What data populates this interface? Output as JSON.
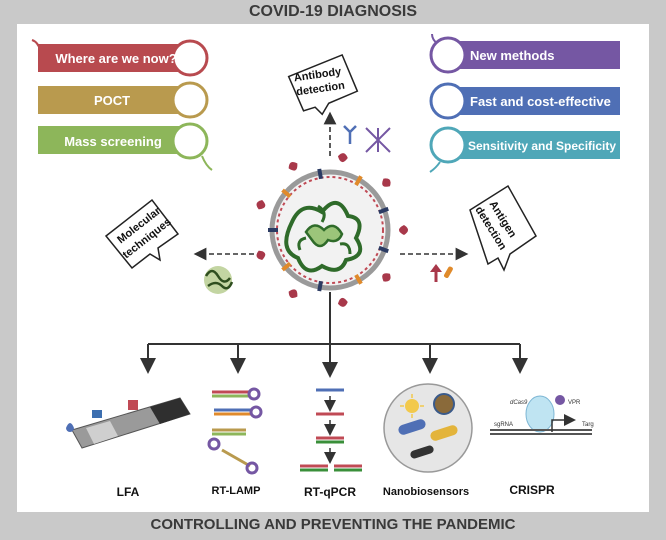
{
  "header": {
    "title": "COVID-19 DIAGNOSIS"
  },
  "footer": {
    "title": "CONTROLLING AND PREVENTING THE PANDEMIC"
  },
  "left_banners": [
    {
      "label": "Where are we now?",
      "color": "#b84a4f"
    },
    {
      "label": "POCT",
      "color": "#b99a4e"
    },
    {
      "label": "Mass screening",
      "color": "#8db65a"
    }
  ],
  "right_banners": [
    {
      "label": "New methods",
      "color": "#7557a3"
    },
    {
      "label": "Fast and cost-effective",
      "color": "#4f6fb5"
    },
    {
      "label": "Sensitivity and Specificity",
      "color": "#4fa7b8"
    }
  ],
  "bubbles": {
    "antibody": [
      "Antibody",
      "detection"
    ],
    "molecular": [
      "Molecular",
      "techniques"
    ],
    "antigen": [
      "Antigen",
      "detection"
    ]
  },
  "methods": [
    "LFA",
    "RT-LAMP",
    "RT-qPCR",
    "Nanobiosensors",
    "CRISPR"
  ],
  "crispr_labels": {
    "dcas9": "dCas9",
    "vpr": "VPR",
    "sgrna": "sgRNA",
    "target": "Targ"
  }
}
